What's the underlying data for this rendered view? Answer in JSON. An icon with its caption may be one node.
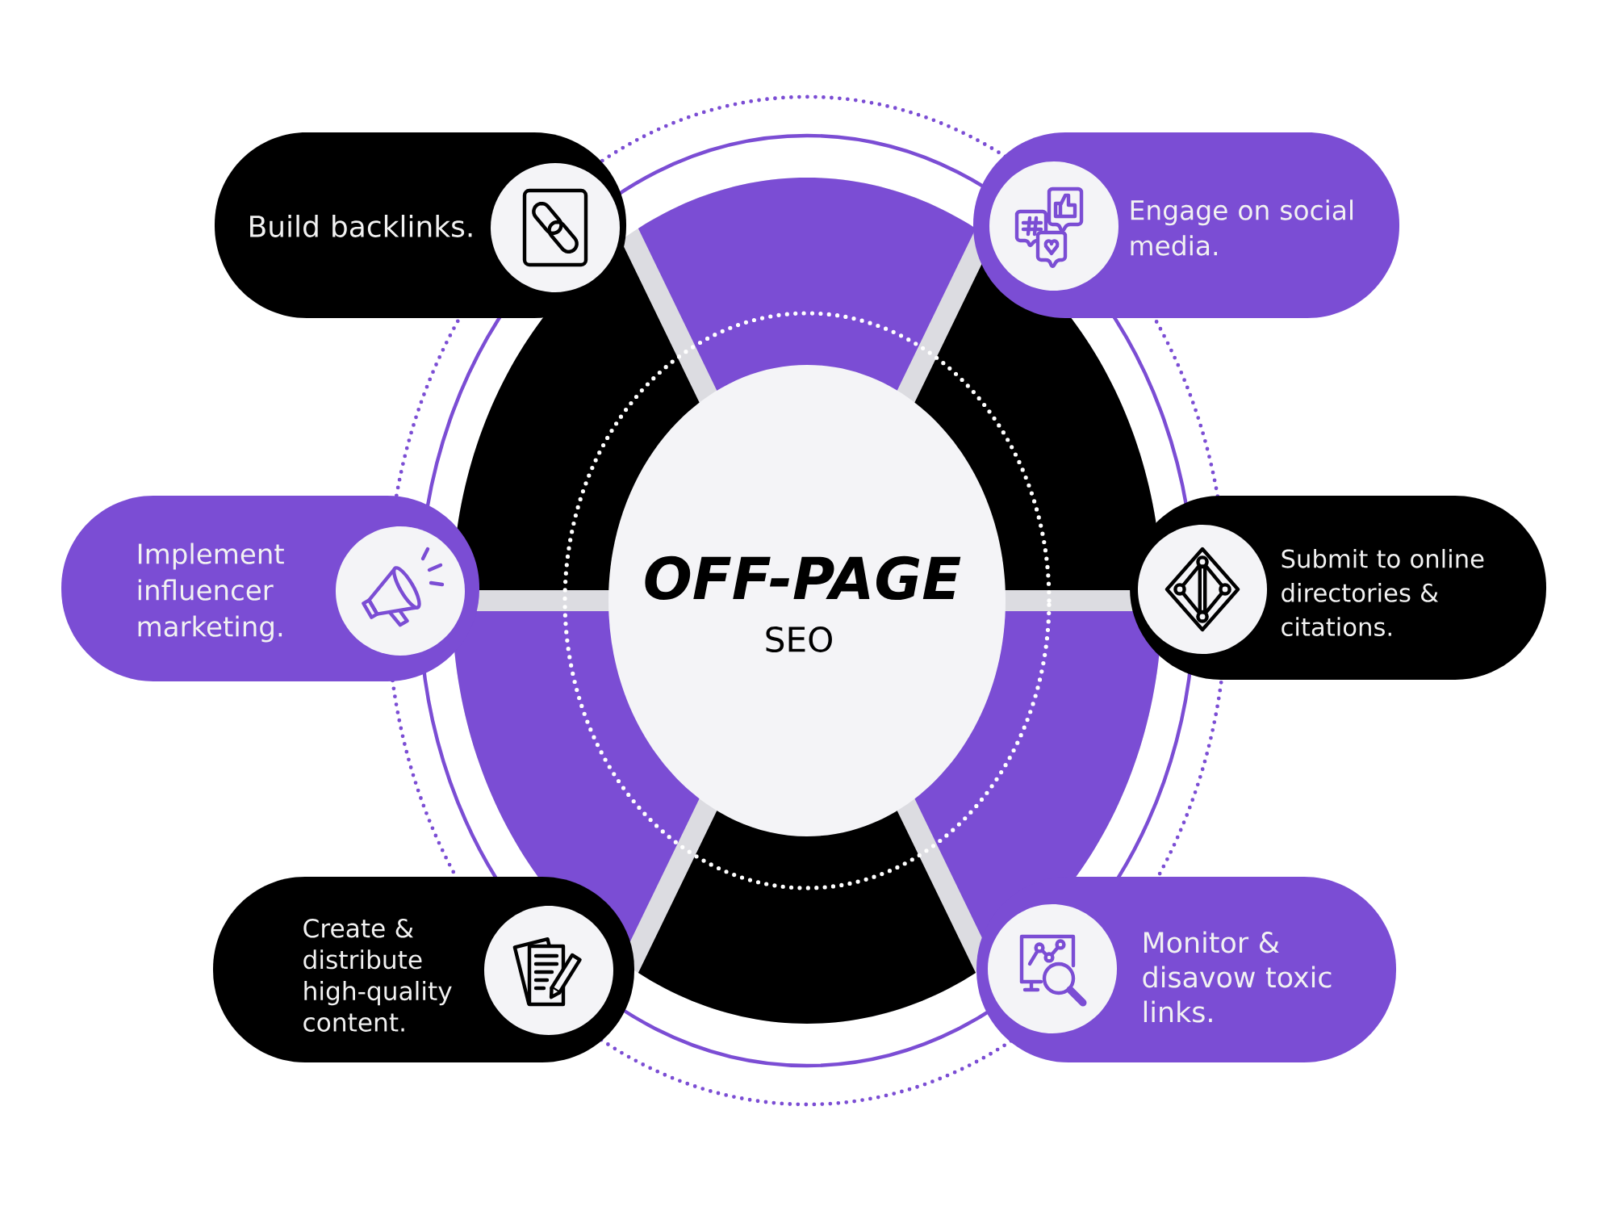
{
  "diagram": {
    "nodes": [
      {
        "text": [
          "OFF-PAGE",
          "SEO"
        ]
      },
      {
        "text": [
          "Build backlinks."
        ]
      },
      {
        "text": [
          "Engage on social media."
        ]
      },
      {
        "text": [
          "Implement influencer marketing."
        ]
      },
      {
        "text": [
          "Submit to online directories & citations."
        ]
      },
      {
        "text": [
          "Create & distribute high-quality content."
        ]
      },
      {
        "text": [
          "Monitor & disavow toxic links."
        ]
      }
    ]
  }
}
